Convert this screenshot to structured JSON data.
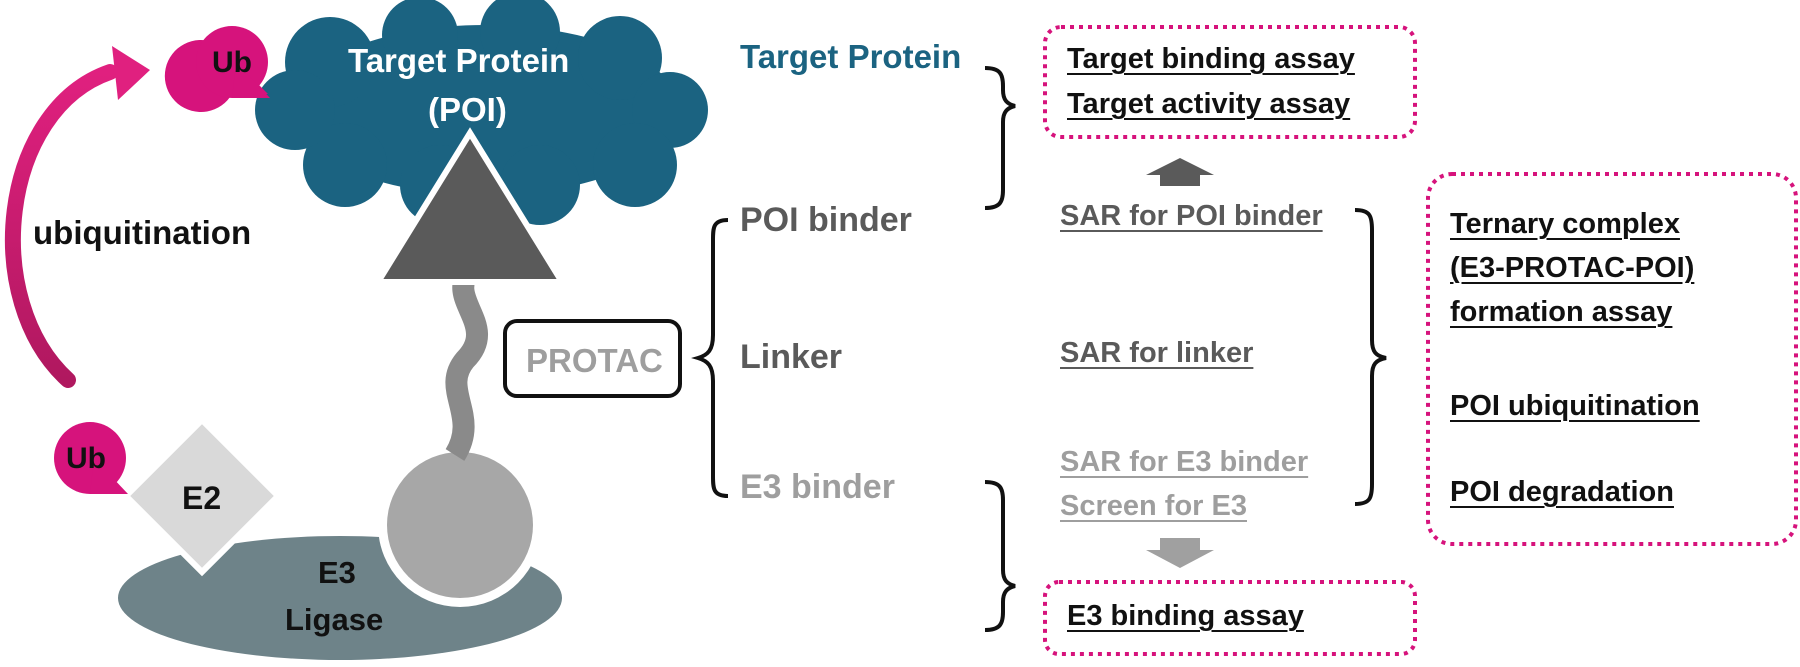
{
  "diagram": {
    "target_protein": {
      "line1": "Target Protein",
      "line2": "(POI)"
    },
    "ub_top": "Ub",
    "ub_bottom": "Ub",
    "ubiquitination": "ubiquitination",
    "e2": "E2",
    "e3_ligase": {
      "line1": "E3",
      "line2": "Ligase"
    },
    "protac": "PROTAC",
    "components": {
      "target_protein": "Target Protein",
      "poi_binder": "POI binder",
      "linker": "Linker",
      "e3_binder": "E3 binder"
    },
    "sar": {
      "poi_binder": "SAR for POI binder",
      "linker": "SAR for linker",
      "e3_binder": "SAR for E3 binder",
      "screen_e3": "Screen for E3"
    },
    "assays": {
      "target_binding": "Target binding assay",
      "target_activity": "Target activity assay",
      "e3_binding": "E3 binding assay",
      "ternary_line1": "Ternary complex",
      "ternary_line2": "(E3-PROTAC-POI)",
      "ternary_line3": "formation assay",
      "poi_ubiquitination": "POI ubiquitination",
      "poi_degradation": "POI degradation"
    },
    "colors": {
      "teal": "#1b6381",
      "magenta": "#d6137c",
      "dark_gray": "#5a5a5a",
      "light_gray": "#9e9e9e",
      "slate": "#6e8389"
    }
  }
}
